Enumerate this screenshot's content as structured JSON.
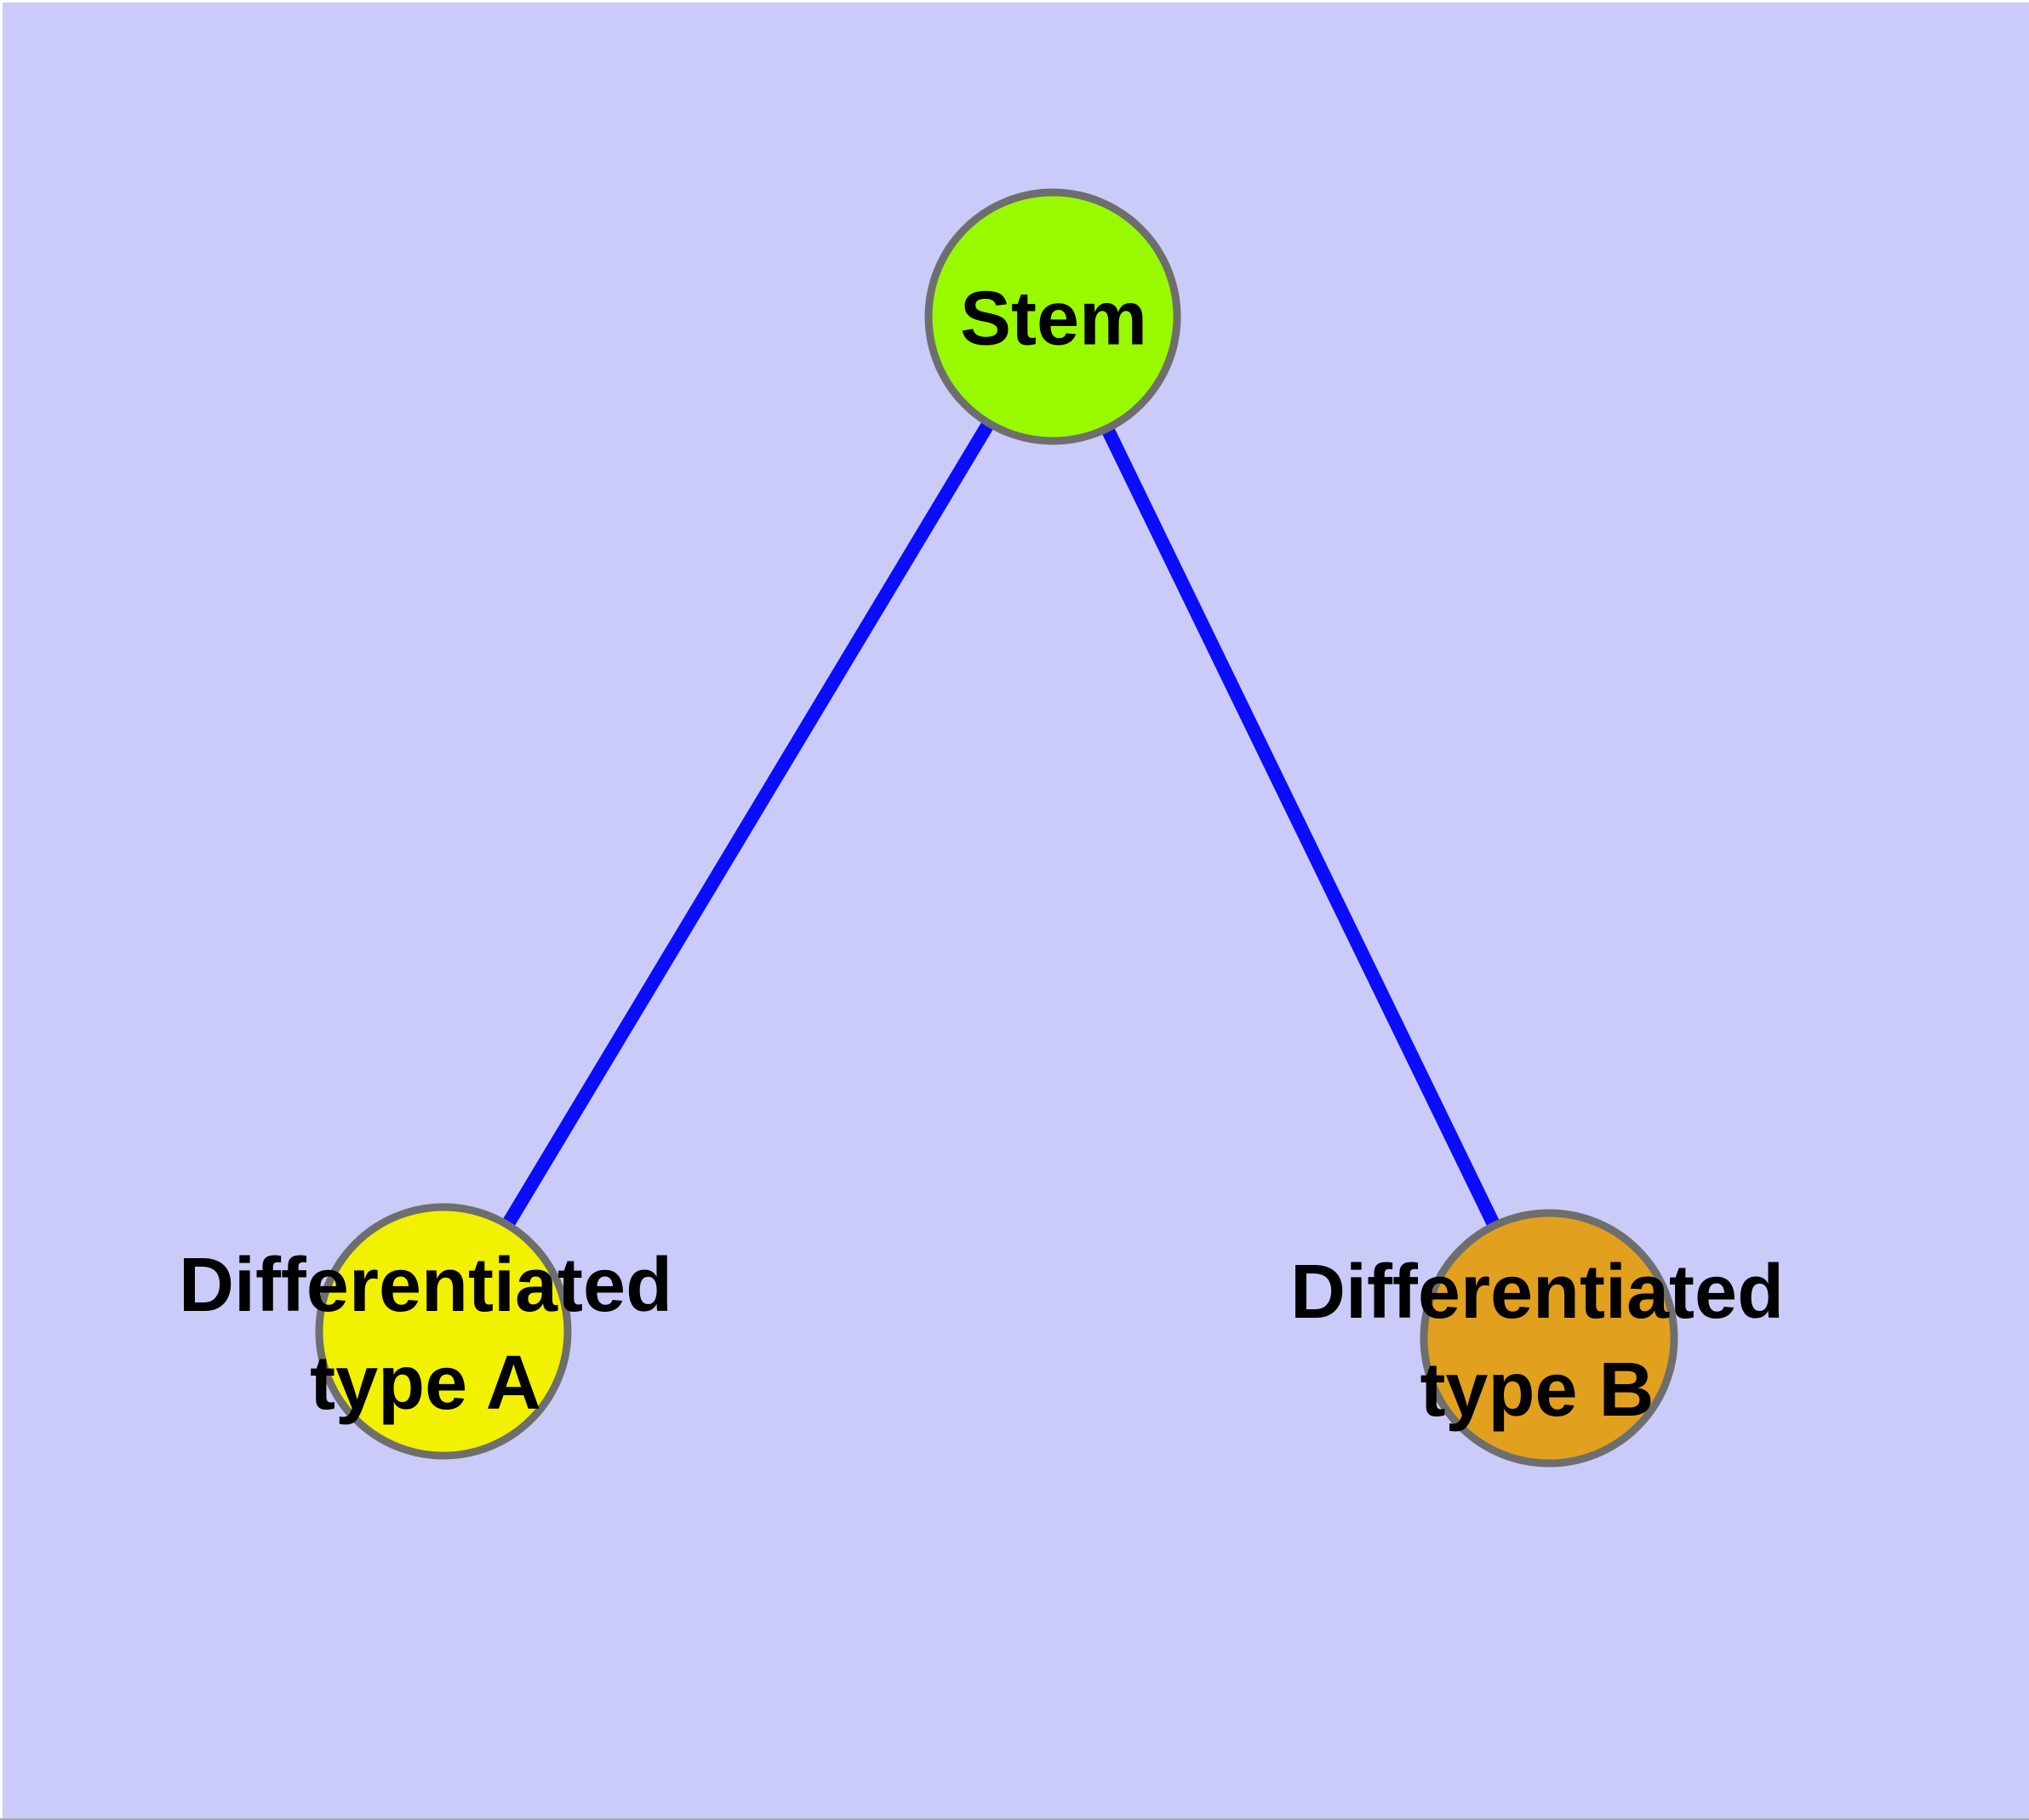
{
  "diagram": {
    "background_color": "#CBCBF9",
    "frame_color": "#FFFFFF",
    "window_edge_color": "#A9A9B2",
    "edge_color": "#0C0CFC",
    "node_border_color": "#6E6E6E",
    "text_color": "#000000",
    "nodes": [
      {
        "id": "stem",
        "label": "Stem",
        "fill": "#99FA00"
      },
      {
        "id": "differentiated-type-a",
        "label": "Differentiated type A",
        "label_line1": "Differentiated",
        "label_line2": "type A",
        "fill": "#F1F100"
      },
      {
        "id": "differentiated-type-b",
        "label": "Differentiated type B",
        "label_line1": "Differentiated",
        "label_line2": "type B",
        "fill": "#E2A01F"
      }
    ],
    "edges": [
      {
        "from": "stem",
        "to": "differentiated-type-a"
      },
      {
        "from": "stem",
        "to": "differentiated-type-b"
      }
    ]
  }
}
